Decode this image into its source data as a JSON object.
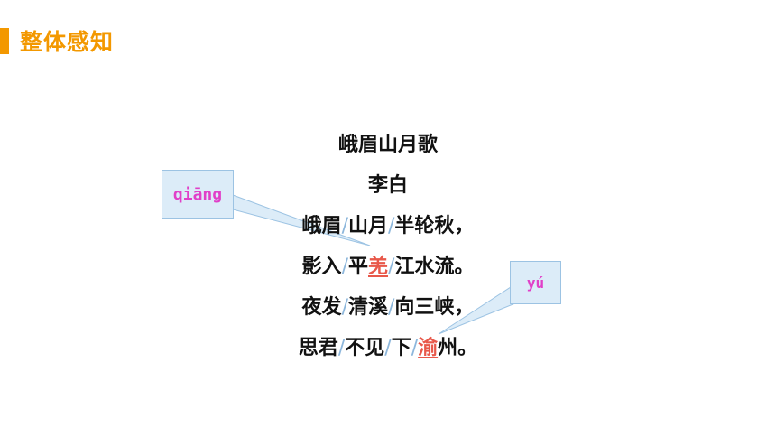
{
  "header": {
    "title": "整体感知"
  },
  "poem": {
    "title": "峨眉山月歌",
    "author": "李白",
    "lines": [
      {
        "segments": [
          {
            "t": "峨眉",
            "k": "text"
          },
          {
            "t": "/",
            "k": "slash"
          },
          {
            "t": "山月",
            "k": "text"
          },
          {
            "t": "/",
            "k": "slash"
          },
          {
            "t": "半轮秋，",
            "k": "text"
          }
        ]
      },
      {
        "segments": [
          {
            "t": "影入",
            "k": "text"
          },
          {
            "t": "/",
            "k": "slash"
          },
          {
            "t": "平",
            "k": "text"
          },
          {
            "t": "羌",
            "k": "hl"
          },
          {
            "t": "/",
            "k": "slash"
          },
          {
            "t": "江水流。",
            "k": "text"
          }
        ]
      },
      {
        "segments": [
          {
            "t": "夜发",
            "k": "text"
          },
          {
            "t": "/",
            "k": "slash"
          },
          {
            "t": "清溪",
            "k": "text"
          },
          {
            "t": "/",
            "k": "slash"
          },
          {
            "t": "向三峡，",
            "k": "text"
          }
        ]
      },
      {
        "segments": [
          {
            "t": "思君",
            "k": "text"
          },
          {
            "t": "/",
            "k": "slash"
          },
          {
            "t": "不见",
            "k": "text"
          },
          {
            "t": "/",
            "k": "slash"
          },
          {
            "t": "下",
            "k": "text"
          },
          {
            "t": "/",
            "k": "slash"
          },
          {
            "t": "渝",
            "k": "hl"
          },
          {
            "t": "州。",
            "k": "text"
          }
        ]
      }
    ]
  },
  "annotations": {
    "qiang": {
      "pinyin": "qiāng"
    },
    "yu": {
      "pinyin": "yú"
    }
  },
  "colors": {
    "accent": "#f39800",
    "highlight": "#e8584a",
    "pinyin": "#e040c8",
    "slash": "#8db7dc",
    "callout_fill": "#dcecf8"
  }
}
